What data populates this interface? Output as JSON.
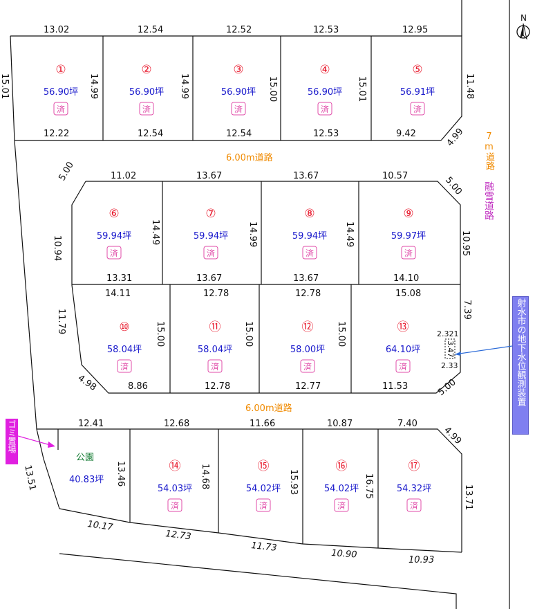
{
  "roads": {
    "upper": "6.00m道路",
    "lower": "6.00m道路",
    "east_width": "7m道路",
    "east_type": "融雪道路"
  },
  "compass": {
    "letter": "N"
  },
  "labels": {
    "trash": "ゴミ置場",
    "sensor": "射水市の地下水位観測装置",
    "park": "公園",
    "sold": "済"
  },
  "lots": [
    {
      "no": "①",
      "area": "56.90坪",
      "sold": true
    },
    {
      "no": "②",
      "area": "56.90坪",
      "sold": true
    },
    {
      "no": "③",
      "area": "56.90坪",
      "sold": true
    },
    {
      "no": "④",
      "area": "56.90坪",
      "sold": true
    },
    {
      "no": "⑤",
      "area": "56.91坪",
      "sold": true
    },
    {
      "no": "⑥",
      "area": "59.94坪",
      "sold": true
    },
    {
      "no": "⑦",
      "area": "59.94坪",
      "sold": true
    },
    {
      "no": "⑧",
      "area": "59.94坪",
      "sold": true
    },
    {
      "no": "⑨",
      "area": "59.97坪",
      "sold": true
    },
    {
      "no": "⑩",
      "area": "58.04坪",
      "sold": true
    },
    {
      "no": "⑪",
      "area": "58.04坪",
      "sold": true
    },
    {
      "no": "⑫",
      "area": "58.00坪",
      "sold": true
    },
    {
      "no": "⑬",
      "area": "64.10坪",
      "sold": true
    },
    {
      "no": "⑭",
      "area": "54.03坪",
      "sold": true
    },
    {
      "no": "⑮",
      "area": "54.02坪",
      "sold": true
    },
    {
      "no": "⑯",
      "area": "54.02坪",
      "sold": true
    },
    {
      "no": "⑰",
      "area": "54.32坪",
      "sold": true
    }
  ],
  "park_area": "40.83坪",
  "dims": {
    "r1_top": [
      "13.02",
      "12.54",
      "12.52",
      "12.53",
      "12.95"
    ],
    "r1_bottom": [
      "12.22",
      "12.54",
      "12.54",
      "12.53",
      "9.42"
    ],
    "r1_sides": [
      "15.01",
      "14.99",
      "14.99",
      "15.00",
      "15.01",
      "11.48",
      "4.99"
    ],
    "r2_top": [
      "11.02",
      "13.67",
      "13.67",
      "10.57"
    ],
    "r2_bottom": [
      "13.31",
      "13.67",
      "13.67",
      "14.10"
    ],
    "r2_sides": [
      "5.00",
      "10.94",
      "14.49",
      "14.99",
      "14.49",
      "5.00",
      "10.95"
    ],
    "r3_top": [
      "14.11",
      "12.78",
      "12.78",
      "15.08"
    ],
    "r3_bottom": [
      "8.86",
      "12.78",
      "12.77",
      "11.53"
    ],
    "r3_sides": [
      "11.79",
      "15.00",
      "15.00",
      "15.00",
      "7.39",
      "4.98",
      "5.00"
    ],
    "sensor_box": [
      "2.321",
      "3.47",
      "2.33"
    ],
    "r4_top": [
      "12.41",
      "12.68",
      "11.66",
      "10.87",
      "7.40"
    ],
    "r4_sides": [
      "13.51",
      "13.46",
      "14.68",
      "15.93",
      "16.75",
      "4.99",
      "13.71"
    ],
    "r4_bottom": [
      "10.17",
      "12.73",
      "11.73",
      "10.90",
      "10.93"
    ]
  }
}
